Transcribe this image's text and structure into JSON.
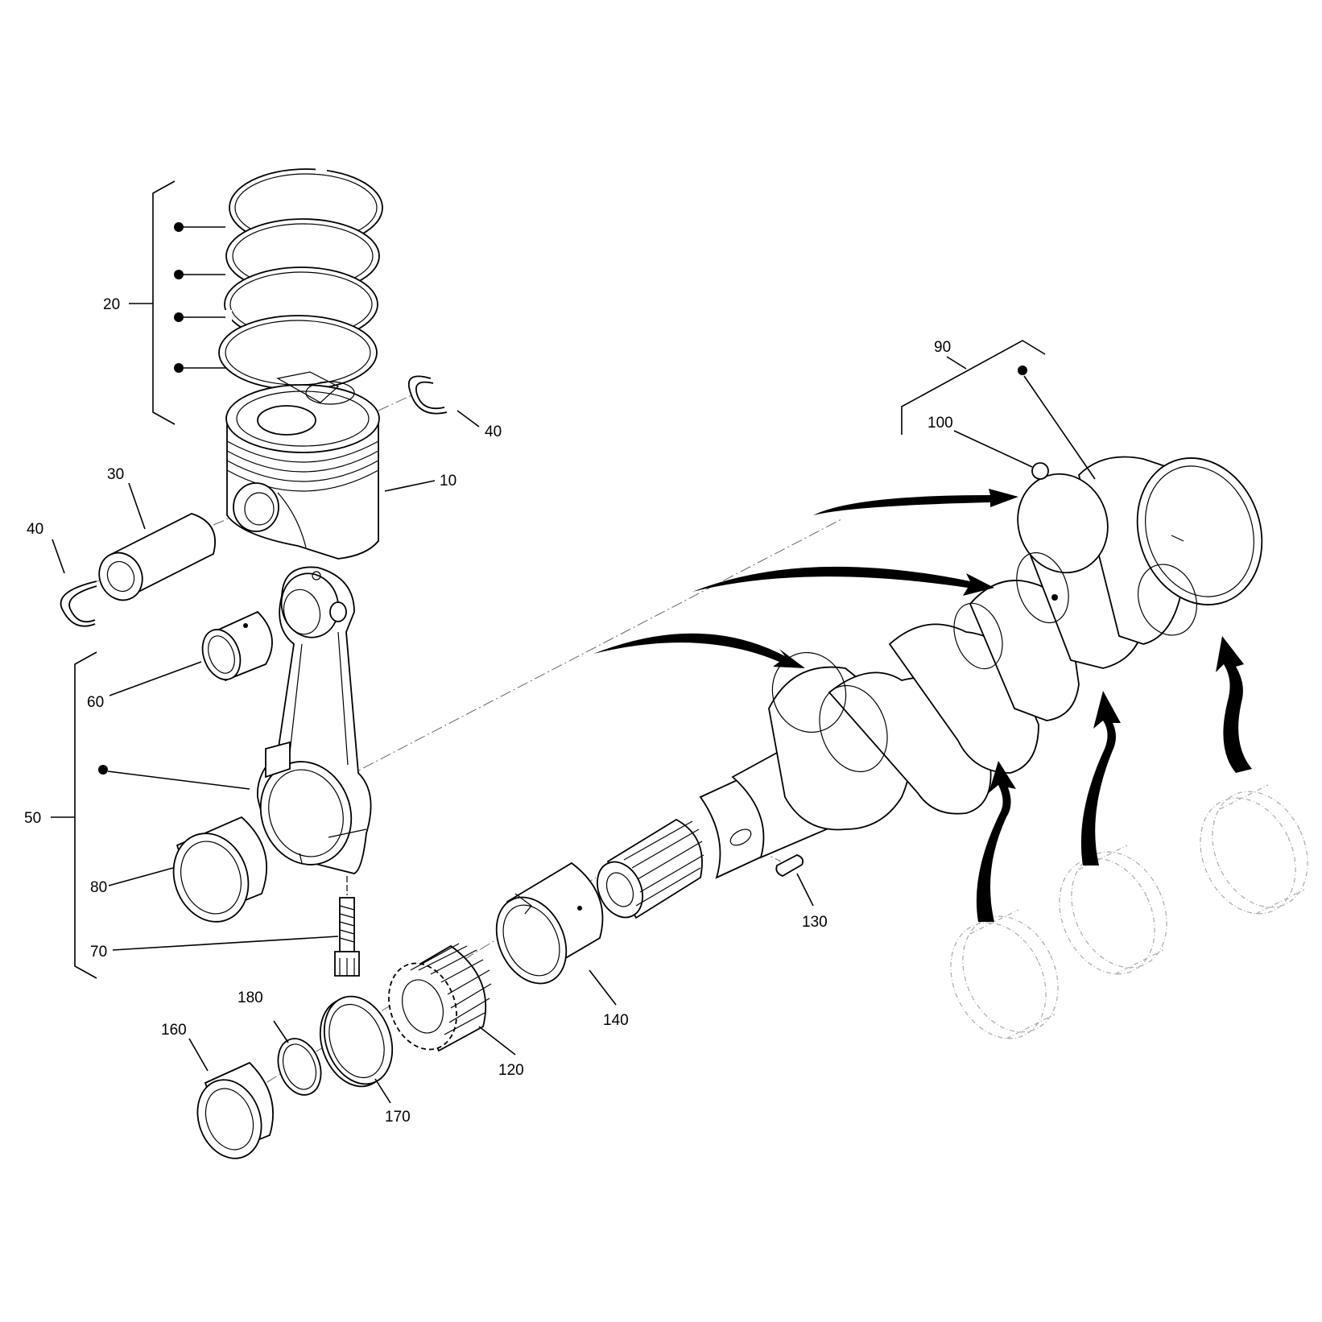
{
  "callouts": [
    {
      "id": "c10",
      "text": "10"
    },
    {
      "id": "c20",
      "text": "20"
    },
    {
      "id": "c30",
      "text": "30"
    },
    {
      "id": "c40a",
      "text": "40"
    },
    {
      "id": "c40b",
      "text": "40"
    },
    {
      "id": "c50",
      "text": "50"
    },
    {
      "id": "c60",
      "text": "60"
    },
    {
      "id": "c70",
      "text": "70"
    },
    {
      "id": "c80",
      "text": "80"
    },
    {
      "id": "c90",
      "text": "90"
    },
    {
      "id": "c100",
      "text": "100"
    },
    {
      "id": "c120",
      "text": "120"
    },
    {
      "id": "c130",
      "text": "130"
    },
    {
      "id": "c140",
      "text": "140"
    },
    {
      "id": "c160",
      "text": "160"
    },
    {
      "id": "c170",
      "text": "170"
    },
    {
      "id": "c180",
      "text": "180"
    }
  ]
}
